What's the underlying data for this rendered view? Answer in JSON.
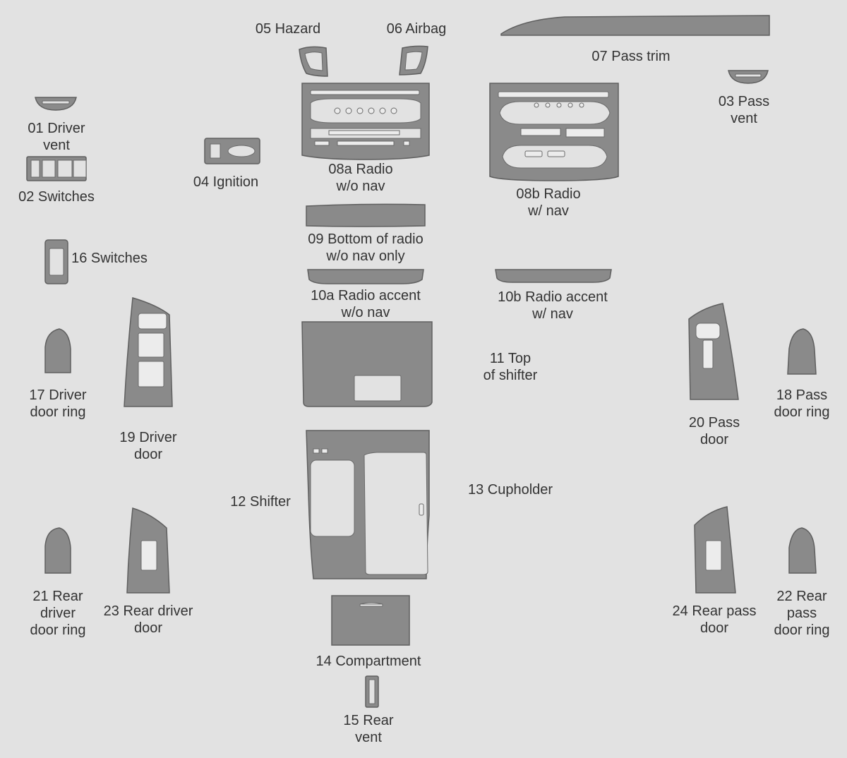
{
  "parts": [
    {
      "id": "01",
      "lines": [
        "01 Driver",
        "vent"
      ]
    },
    {
      "id": "02",
      "lines": [
        "02 Switches"
      ]
    },
    {
      "id": "03",
      "lines": [
        "03 Pass",
        "vent"
      ]
    },
    {
      "id": "04",
      "lines": [
        "04 Ignition"
      ]
    },
    {
      "id": "05",
      "lines": [
        "05 Hazard"
      ]
    },
    {
      "id": "06",
      "lines": [
        "06 Airbag"
      ]
    },
    {
      "id": "07",
      "lines": [
        "07 Pass trim"
      ]
    },
    {
      "id": "08a",
      "lines": [
        "08a Radio",
        "w/o nav"
      ]
    },
    {
      "id": "08b",
      "lines": [
        "08b Radio",
        "w/ nav"
      ]
    },
    {
      "id": "09",
      "lines": [
        "09 Bottom of radio",
        "w/o nav only"
      ]
    },
    {
      "id": "10a",
      "lines": [
        "10a Radio accent",
        "w/o nav"
      ]
    },
    {
      "id": "10b",
      "lines": [
        "10b Radio accent",
        "w/ nav"
      ]
    },
    {
      "id": "11",
      "lines": [
        "11 Top",
        "of shifter"
      ]
    },
    {
      "id": "12",
      "lines": [
        "12 Shifter"
      ]
    },
    {
      "id": "13",
      "lines": [
        "13 Cupholder"
      ]
    },
    {
      "id": "14",
      "lines": [
        "14 Compartment"
      ]
    },
    {
      "id": "15",
      "lines": [
        "15 Rear",
        "vent"
      ]
    },
    {
      "id": "16",
      "lines": [
        "16 Switches"
      ]
    },
    {
      "id": "17",
      "lines": [
        "17 Driver",
        "door ring"
      ]
    },
    {
      "id": "18",
      "lines": [
        "18 Pass",
        "door ring"
      ]
    },
    {
      "id": "19",
      "lines": [
        "19 Driver",
        "door"
      ]
    },
    {
      "id": "20",
      "lines": [
        "20 Pass",
        "door"
      ]
    },
    {
      "id": "21",
      "lines": [
        "21 Rear",
        "driver",
        "door ring"
      ]
    },
    {
      "id": "22",
      "lines": [
        "22 Rear",
        "pass",
        "door ring"
      ]
    },
    {
      "id": "23",
      "lines": [
        "23 Rear driver",
        "door"
      ]
    },
    {
      "id": "24",
      "lines": [
        "24 Rear pass",
        "door"
      ]
    }
  ],
  "colors": {
    "background": "#e2e2e2",
    "part_fill": "#8a8a8a",
    "label_text": "#333333"
  }
}
